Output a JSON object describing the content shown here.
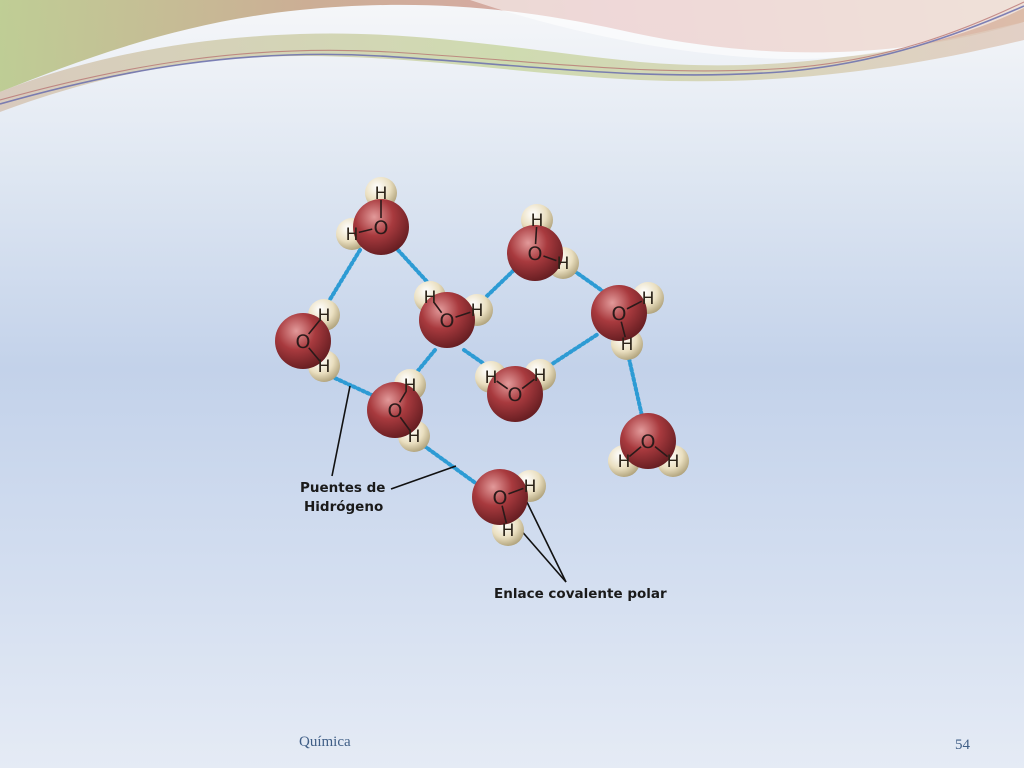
{
  "slide": {
    "footer_subject": "Química",
    "page_number": "54"
  },
  "diagram": {
    "label_hydrogen_bonds_line1": "Puentes de",
    "label_hydrogen_bonds_line2": "Hidrógeno",
    "label_covalent_bond": "Enlace covalente polar",
    "oxygen_symbol": "O",
    "hydrogen_symbol": "H"
  },
  "colors": {
    "oxygen": "#8e2a2e",
    "hydrogen": "#e9dcb8",
    "hydrogen_bond": "#2d9bd4",
    "footer_text": "#3f5e86"
  }
}
